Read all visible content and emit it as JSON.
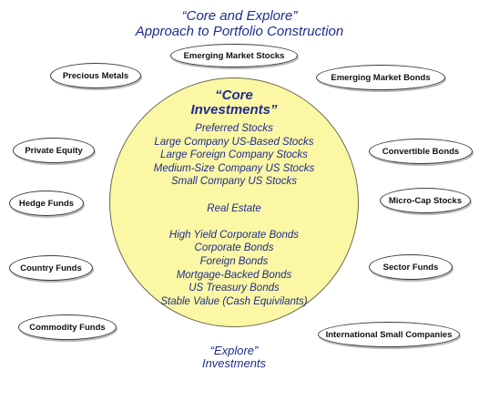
{
  "title": {
    "line1": "“Core and Explore”",
    "line2": "Approach to Portfolio Construction"
  },
  "core": {
    "title_line1": "“Core",
    "title_line2": "Investments”",
    "items": [
      "Preferred Stocks",
      "Large Company US-Based Stocks",
      "Large Foreign Company Stocks",
      "Medium-Size Company US Stocks",
      "Small Company US Stocks",
      "",
      "Real Estate",
      "",
      "High Yield Corporate Bonds",
      "Corporate Bonds",
      "Foreign Bonds",
      "Mortgage-Backed Bonds",
      "US Treasury Bonds",
      "Stable Value (Cash Equivilants)"
    ]
  },
  "explore": {
    "title_line1": "“Explore”",
    "title_line2": "Investments"
  },
  "explore_items": {
    "emerging_market_stocks": "Emerging Market Stocks",
    "precious_metals": "Precious Metals",
    "emerging_market_bonds": "Emerging Market Bonds",
    "private_equity": "Private Equity",
    "convertible_bonds": "Convertible Bonds",
    "hedge_funds": "Hedge Funds",
    "micro_cap_stocks": "Micro-Cap Stocks",
    "country_funds": "Country Funds",
    "sector_funds": "Sector Funds",
    "commodity_funds": "Commodity Funds",
    "international_small_companies": "International Small Companies"
  },
  "colors": {
    "core_fill": "#fbf7a4",
    "text_blue": "#1f2c8f",
    "oval_border": "#3c3c3c"
  }
}
